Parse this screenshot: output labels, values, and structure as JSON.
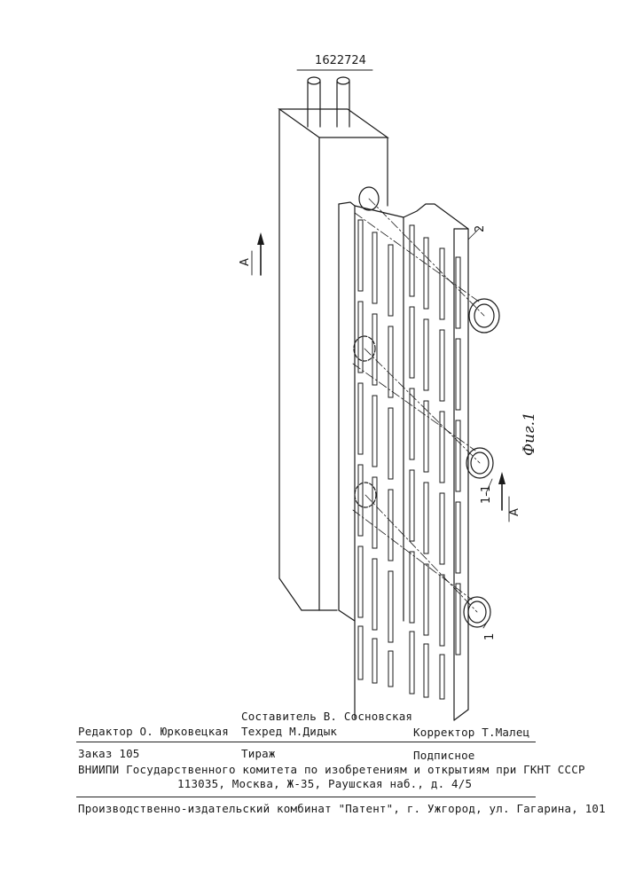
{
  "patent_number": "1622724",
  "figure_label": "Фиг.1",
  "callouts": {
    "part_1": "1",
    "part_2": "2",
    "section": "1-1",
    "view_mark_top": "А",
    "view_mark_bottom": "А"
  },
  "imprint": {
    "editor": "Редактор О. Юрковецкая",
    "compiler": "Составитель В. Сосновская",
    "techred": "Техред М.Дидык",
    "corrector": "Корректор  Т.Малец",
    "order": "Заказ 105",
    "circulation": "Тираж",
    "subscription": "Подписное",
    "institute": "ВНИИПИ Государственного комитета по изобретениям и открытиям при ГКНТ СССР",
    "address": "113035, Москва, Ж-35, Раушская наб., д. 4/5",
    "printer": "Производственно-издательский комбинат \"Патент\", г. Ужгород, ул. Гагарина, 101"
  },
  "colors": {
    "ink": "#1a1a1a",
    "paper": "#ffffff"
  }
}
